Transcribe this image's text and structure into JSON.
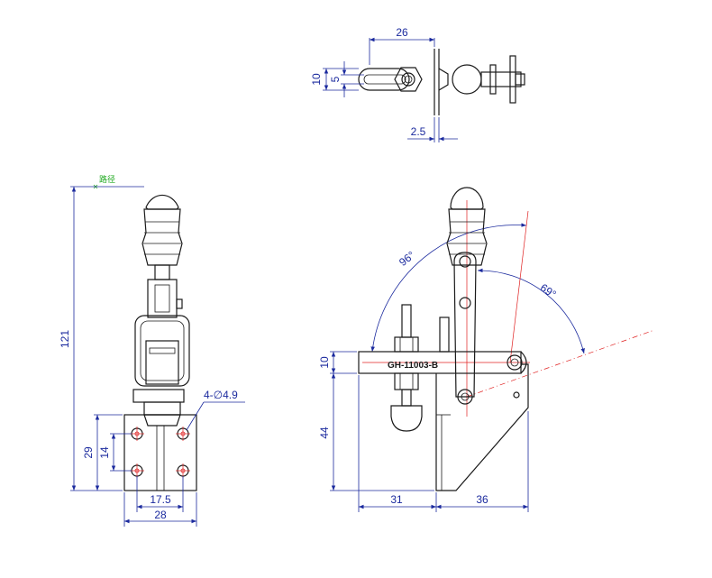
{
  "colors": {
    "part": "#1a1a1a",
    "dimension": "#1b2a9e",
    "centerline": "#e02020",
    "note": "#22aa22"
  },
  "top_view": {
    "dim_width": "26",
    "dim_height": "10",
    "dim_inner": "5",
    "dim_offset": "2.5"
  },
  "front_view": {
    "note": "路径",
    "dim_total_height": "121",
    "dim_hole_spacing_v": "29",
    "dim_hole_inner": "14",
    "hole_callout": "4-∅4.9",
    "dim_hole_spacing_h": "17.5",
    "dim_base_width": "28"
  },
  "side_view": {
    "model_label": "GH-11003-B",
    "angle_open": "96°",
    "angle_handle": "69°",
    "dim_bar_thickness": "10",
    "dim_base_height": "44",
    "dim_left": "31",
    "dim_right": "36"
  }
}
